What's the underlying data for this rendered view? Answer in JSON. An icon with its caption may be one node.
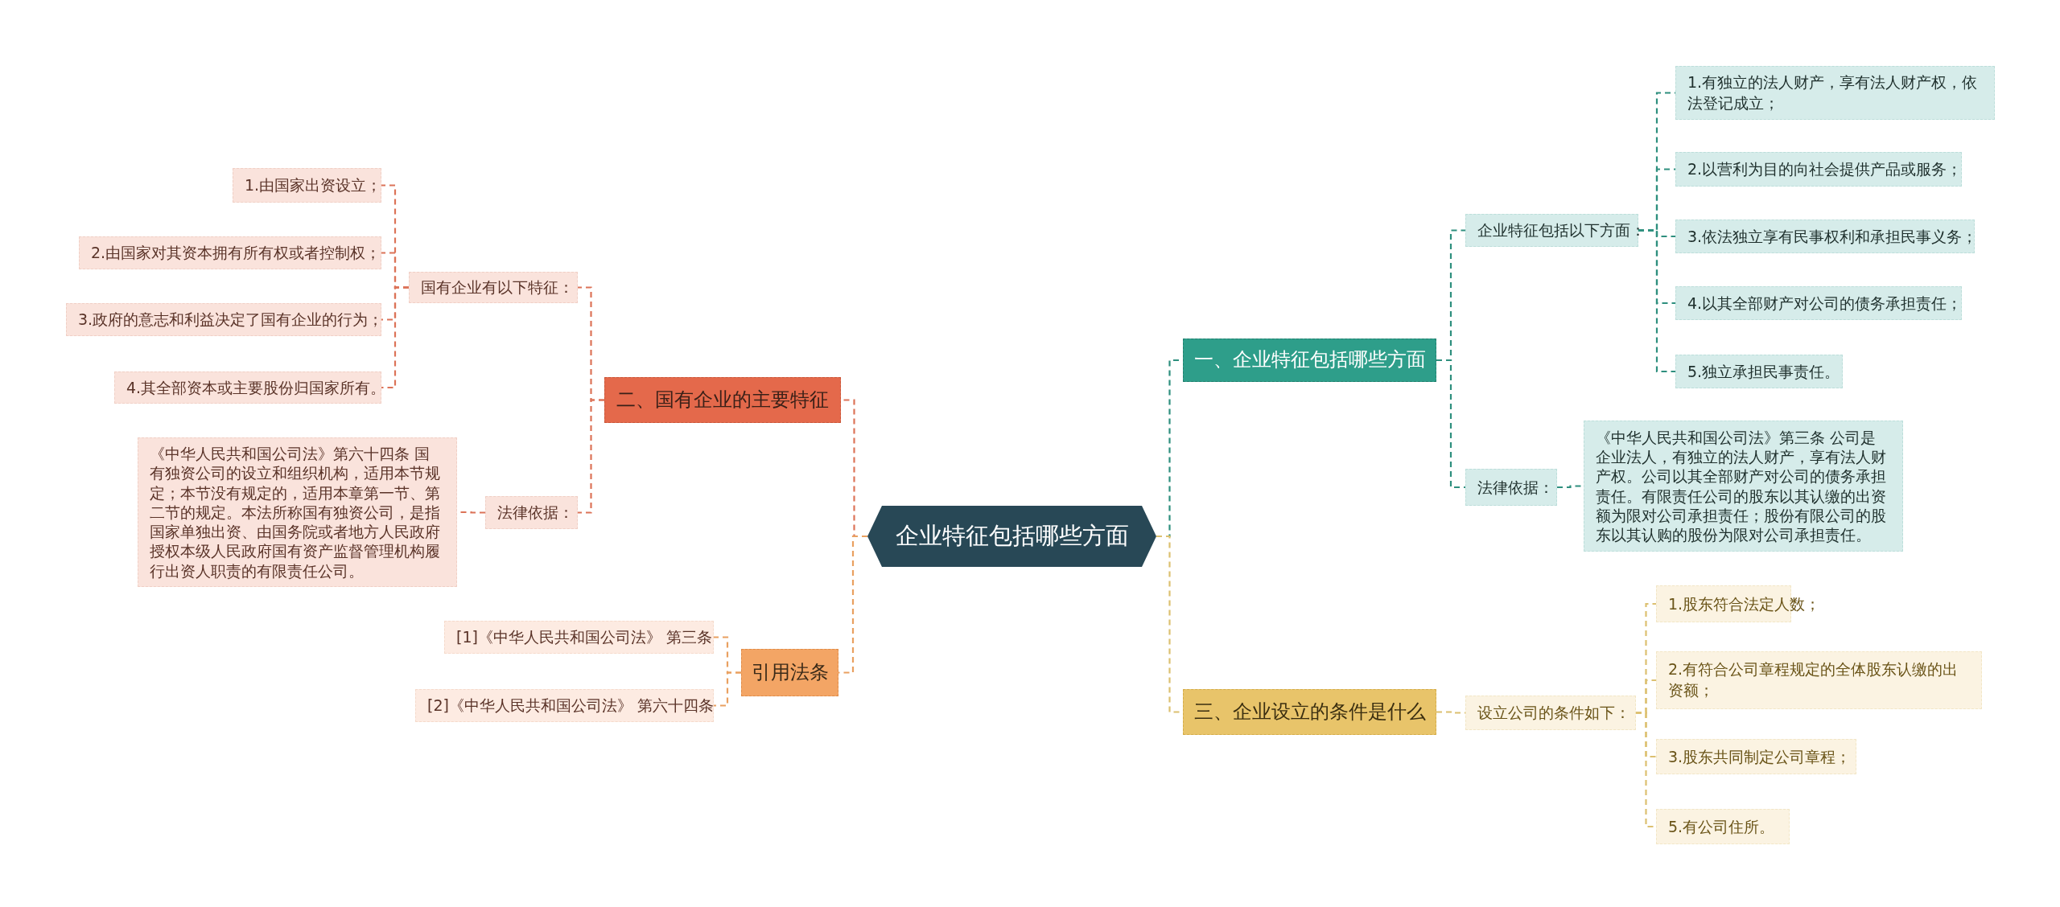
{
  "diagram": {
    "nodes": [
      {
        "text": [
          "企业特征包括哪些方面"
        ]
      },
      {
        "text": [
          "二、国有企业的主要特征"
        ]
      },
      {
        "text": [
          "国有企业有以下特征："
        ]
      },
      {
        "text": [
          "1.由国家出资设立；"
        ]
      },
      {
        "text": [
          "2.由国家对其资本拥有所有权或者控制权；"
        ]
      },
      {
        "text": [
          "3.政府的意志和利益决定了国有企业的行为；"
        ]
      },
      {
        "text": [
          "4.其全部资本或主要股份归国家所有。"
        ]
      },
      {
        "text": [
          "法律依据："
        ]
      },
      {
        "text": [
          "《中华人民共和国公司法》第六十四条 国有独资公司的设立和组织机构，适用本节规定；本节没有规定的，适用本章第一节、第二节的规定。本法所称国有独资公司，是指国家单独出资、由国务院或者地方人民政府授权本级人民政府国有资产监督管理机构履行出资人职责的有限责任公司。"
        ]
      },
      {
        "text": [
          "引用法条"
        ]
      },
      {
        "text": [
          "[1]《中华人民共和国公司法》 第三条"
        ]
      },
      {
        "text": [
          "[2]《中华人民共和国公司法》 第六十四条"
        ]
      },
      {
        "text": [
          "一、企业特征包括哪些方面"
        ]
      },
      {
        "text": [
          "企业特征包括以下方面："
        ]
      },
      {
        "text": [
          "1.有独立的法人财产，享有法人财产权，依法登记成立；"
        ]
      },
      {
        "text": [
          "2.以营利为目的向社会提供产品或服务；"
        ]
      },
      {
        "text": [
          "3.依法独立享有民事权利和承担民事义务；"
        ]
      },
      {
        "text": [
          "4.以其全部财产对公司的债务承担责任；"
        ]
      },
      {
        "text": [
          "5.独立承担民事责任。"
        ]
      },
      {
        "text": [
          "法律依据："
        ]
      },
      {
        "text": [
          "《中华人民共和国公司法》第三条 公司是企业法人，有独立的法人财产，享有法人财产权。公司以其全部财产对公司的债务承担责任。有限责任公司的股东以其认缴的出资额为限对公司承担责任；股份有限公司的股东以其认购的股份为限对公司承担责任。"
        ]
      },
      {
        "text": [
          "三、企业设立的条件是什么"
        ]
      },
      {
        "text": [
          "设立公司的条件如下："
        ]
      },
      {
        "text": [
          "1.股东符合法定人数；"
        ]
      },
      {
        "text": [
          "2.有符合公司章程规定的全体股东认缴的出资额；"
        ]
      },
      {
        "text": [
          "3.股东共同制定公司章程；"
        ]
      },
      {
        "text": [
          "5.有公司住所。"
        ]
      }
    ],
    "edges": [
      {
        "from": 0,
        "to": 1,
        "arrow": "none",
        "color": "#dc7358"
      },
      {
        "from": 1,
        "to": 2,
        "arrow": "none",
        "color": "#dc7358"
      },
      {
        "from": 2,
        "to": 3,
        "arrow": "none",
        "color": "#dc7358"
      },
      {
        "from": 2,
        "to": 4,
        "arrow": "none",
        "color": "#dc7358"
      },
      {
        "from": 2,
        "to": 5,
        "arrow": "none",
        "color": "#dc7358"
      },
      {
        "from": 2,
        "to": 6,
        "arrow": "none",
        "color": "#dc7358"
      },
      {
        "from": 1,
        "to": 7,
        "arrow": "none",
        "color": "#dc7358"
      },
      {
        "from": 7,
        "to": 8,
        "arrow": "none",
        "color": "#dc7358"
      },
      {
        "from": 0,
        "to": 9,
        "arrow": "none",
        "color": "#e9a060"
      },
      {
        "from": 9,
        "to": 10,
        "arrow": "none",
        "color": "#e9a060"
      },
      {
        "from": 9,
        "to": 11,
        "arrow": "none",
        "color": "#e9a060"
      },
      {
        "from": 0,
        "to": 12,
        "arrow": "none",
        "color": "#2e8f7e"
      },
      {
        "from": 12,
        "to": 13,
        "arrow": "none",
        "color": "#2e8f7e"
      },
      {
        "from": 13,
        "to": 14,
        "arrow": "none",
        "color": "#2e8f7e"
      },
      {
        "from": 13,
        "to": 15,
        "arrow": "none",
        "color": "#2e8f7e"
      },
      {
        "from": 13,
        "to": 16,
        "arrow": "none",
        "color": "#2e8f7e"
      },
      {
        "from": 13,
        "to": 17,
        "arrow": "none",
        "color": "#2e8f7e"
      },
      {
        "from": 13,
        "to": 18,
        "arrow": "none",
        "color": "#2e8f7e"
      },
      {
        "from": 12,
        "to": 19,
        "arrow": "none",
        "color": "#2e8f7e"
      },
      {
        "from": 19,
        "to": 20,
        "arrow": "none",
        "color": "#2e8f7e"
      },
      {
        "from": 0,
        "to": 21,
        "arrow": "none",
        "color": "#dcc070"
      },
      {
        "from": 21,
        "to": 22,
        "arrow": "none",
        "color": "#dcc070"
      },
      {
        "from": 22,
        "to": 23,
        "arrow": "none",
        "color": "#dcc070"
      },
      {
        "from": 22,
        "to": 24,
        "arrow": "none",
        "color": "#dcc070"
      },
      {
        "from": 22,
        "to": 25,
        "arrow": "none",
        "color": "#dcc070"
      },
      {
        "from": 22,
        "to": 26,
        "arrow": "none",
        "color": "#dcc070"
      }
    ]
  }
}
